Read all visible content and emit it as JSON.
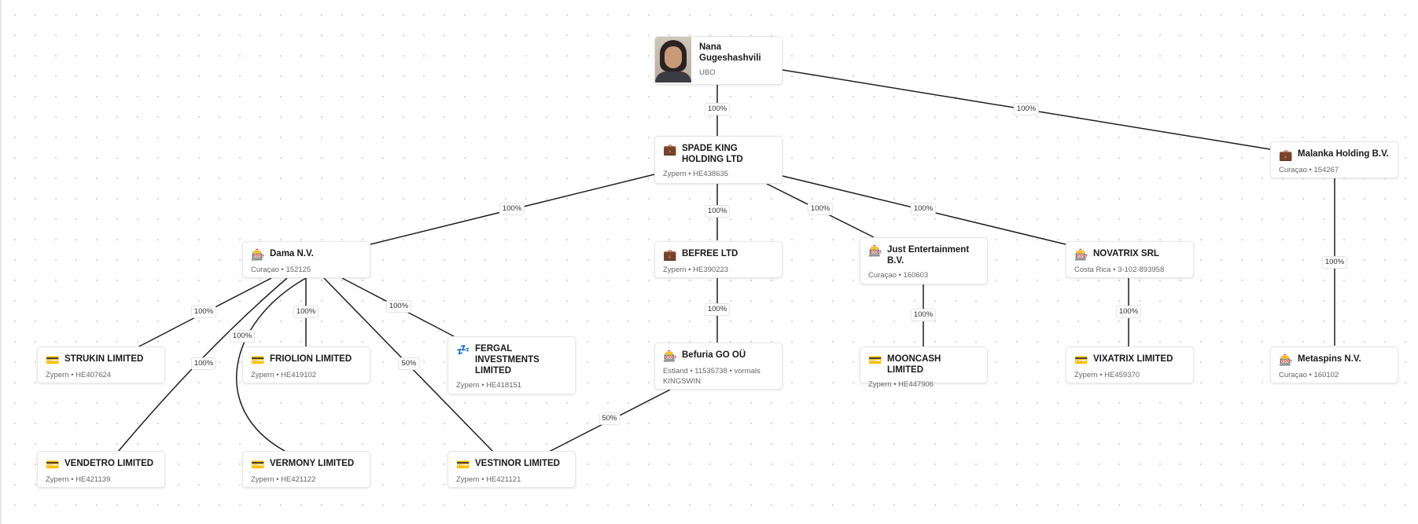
{
  "nodes": {
    "nana": {
      "name": "Nana Gugeshashvili",
      "sub": "UBO",
      "icon": "person-photo"
    },
    "spade": {
      "name": "SPADE KING HOLDING LTD",
      "sub": "Zypern • HE438635",
      "icon": "💼"
    },
    "malanka": {
      "name": "Malanka Holding B.V.",
      "sub": "Curaçao • 154267",
      "icon": "💼"
    },
    "dama": {
      "name": "Dama N.V.",
      "sub": "Curaçao • 152125",
      "icon": "🎰"
    },
    "befree": {
      "name": "BEFREE LTD",
      "sub": "Zypern • HE390223",
      "icon": "💼"
    },
    "just": {
      "name": "Just Entertainment B.V.",
      "sub": "Curaçao • 160603",
      "icon": "🎰"
    },
    "novatrix": {
      "name": "NOVATRIX SRL",
      "sub": "Costa Rica • 3-102-893958",
      "icon": "🎰"
    },
    "strukin": {
      "name": "STRUKIN LIMITED",
      "sub": "Zypern • HE407624",
      "icon": "💳"
    },
    "friolion": {
      "name": "FRIOLION LIMITED",
      "sub": "Zypern • HE419102",
      "icon": "💳"
    },
    "fergal": {
      "name": "FERGAL INVESTMENTS LIMITED",
      "sub": "Zypern • HE418151",
      "icon": "💤"
    },
    "befuria": {
      "name": "Befuria GO OÜ",
      "sub": "Estland • 11535738 • vormals KINGSWIN",
      "icon": "🎰"
    },
    "mooncash": {
      "name": "MOONCASH LIMITED",
      "sub": "Zypern • HE447906",
      "icon": "💳"
    },
    "vixatrix": {
      "name": "VIXATRIX LIMITED",
      "sub": "Zypern • HE459370",
      "icon": "💳"
    },
    "metaspins": {
      "name": "Metaspins N.V.",
      "sub": "Curaçao • 160102",
      "icon": "🎰"
    },
    "vendetro": {
      "name": "VENDETRO LIMITED",
      "sub": "Zypern • HE421139",
      "icon": "💳"
    },
    "vermony": {
      "name": "VERMONY LIMITED",
      "sub": "Zypern • HE421122",
      "icon": "💳"
    },
    "vestinor": {
      "name": "VESTINOR LIMITED",
      "sub": "Zypern • HE421121",
      "icon": "💳"
    }
  },
  "edges": [
    {
      "from": "nana",
      "to": "spade",
      "label": "100%"
    },
    {
      "from": "nana",
      "to": "malanka",
      "label": "100%"
    },
    {
      "from": "spade",
      "to": "dama",
      "label": "100%"
    },
    {
      "from": "spade",
      "to": "befree",
      "label": "100%"
    },
    {
      "from": "spade",
      "to": "just",
      "label": "100%"
    },
    {
      "from": "spade",
      "to": "novatrix",
      "label": "100%"
    },
    {
      "from": "malanka",
      "to": "metaspins",
      "label": "100%"
    },
    {
      "from": "dama",
      "to": "strukin",
      "label": "100%"
    },
    {
      "from": "dama",
      "to": "friolion",
      "label": "100%"
    },
    {
      "from": "dama",
      "to": "fergal",
      "label": "100%"
    },
    {
      "from": "dama",
      "to": "vendetro",
      "label": "100%"
    },
    {
      "from": "dama",
      "to": "vermony",
      "label": "100%"
    },
    {
      "from": "dama",
      "to": "vestinor",
      "label": "50%"
    },
    {
      "from": "befree",
      "to": "befuria",
      "label": "100%"
    },
    {
      "from": "befuria",
      "to": "vestinor",
      "label": "50%"
    },
    {
      "from": "just",
      "to": "mooncash",
      "label": "100%"
    },
    {
      "from": "novatrix",
      "to": "vixatrix",
      "label": "100%"
    }
  ]
}
